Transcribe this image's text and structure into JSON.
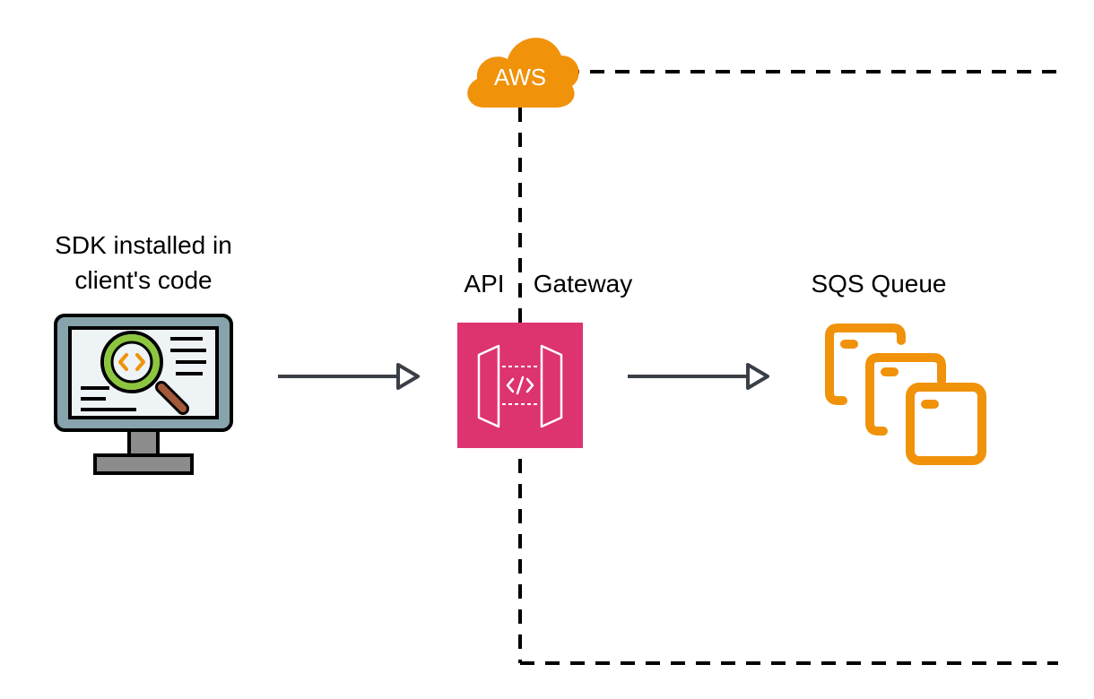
{
  "cloud": {
    "label": "AWS",
    "color": "#F0920A",
    "boundary_style": "dashed",
    "boundary_color": "#000000"
  },
  "nodes": {
    "client": {
      "label_line1": "SDK installed in",
      "label_line2": "client's code",
      "icon": "monitor-code-search-icon",
      "colors": {
        "screen_frame": "#87A3AB",
        "screen": "#EEF3F5",
        "stand": "#8C8C8C",
        "lens_ring": "#8CC63F",
        "code_accent": "#F0920A",
        "handle": "#A4593B"
      }
    },
    "api_gateway": {
      "label_part1": "API",
      "label_part2": "Gateway",
      "icon": "api-gateway-icon",
      "color": "#DD3370"
    },
    "sqs": {
      "label": "SQS Queue",
      "icon": "sqs-queue-icon",
      "color": "#F0920A"
    }
  },
  "edges": [
    {
      "from": "client",
      "to": "api_gateway",
      "style": "solid-hollow-arrow",
      "color": "#3A3F47"
    },
    {
      "from": "api_gateway",
      "to": "sqs",
      "style": "solid-hollow-arrow",
      "color": "#3A3F47"
    }
  ]
}
